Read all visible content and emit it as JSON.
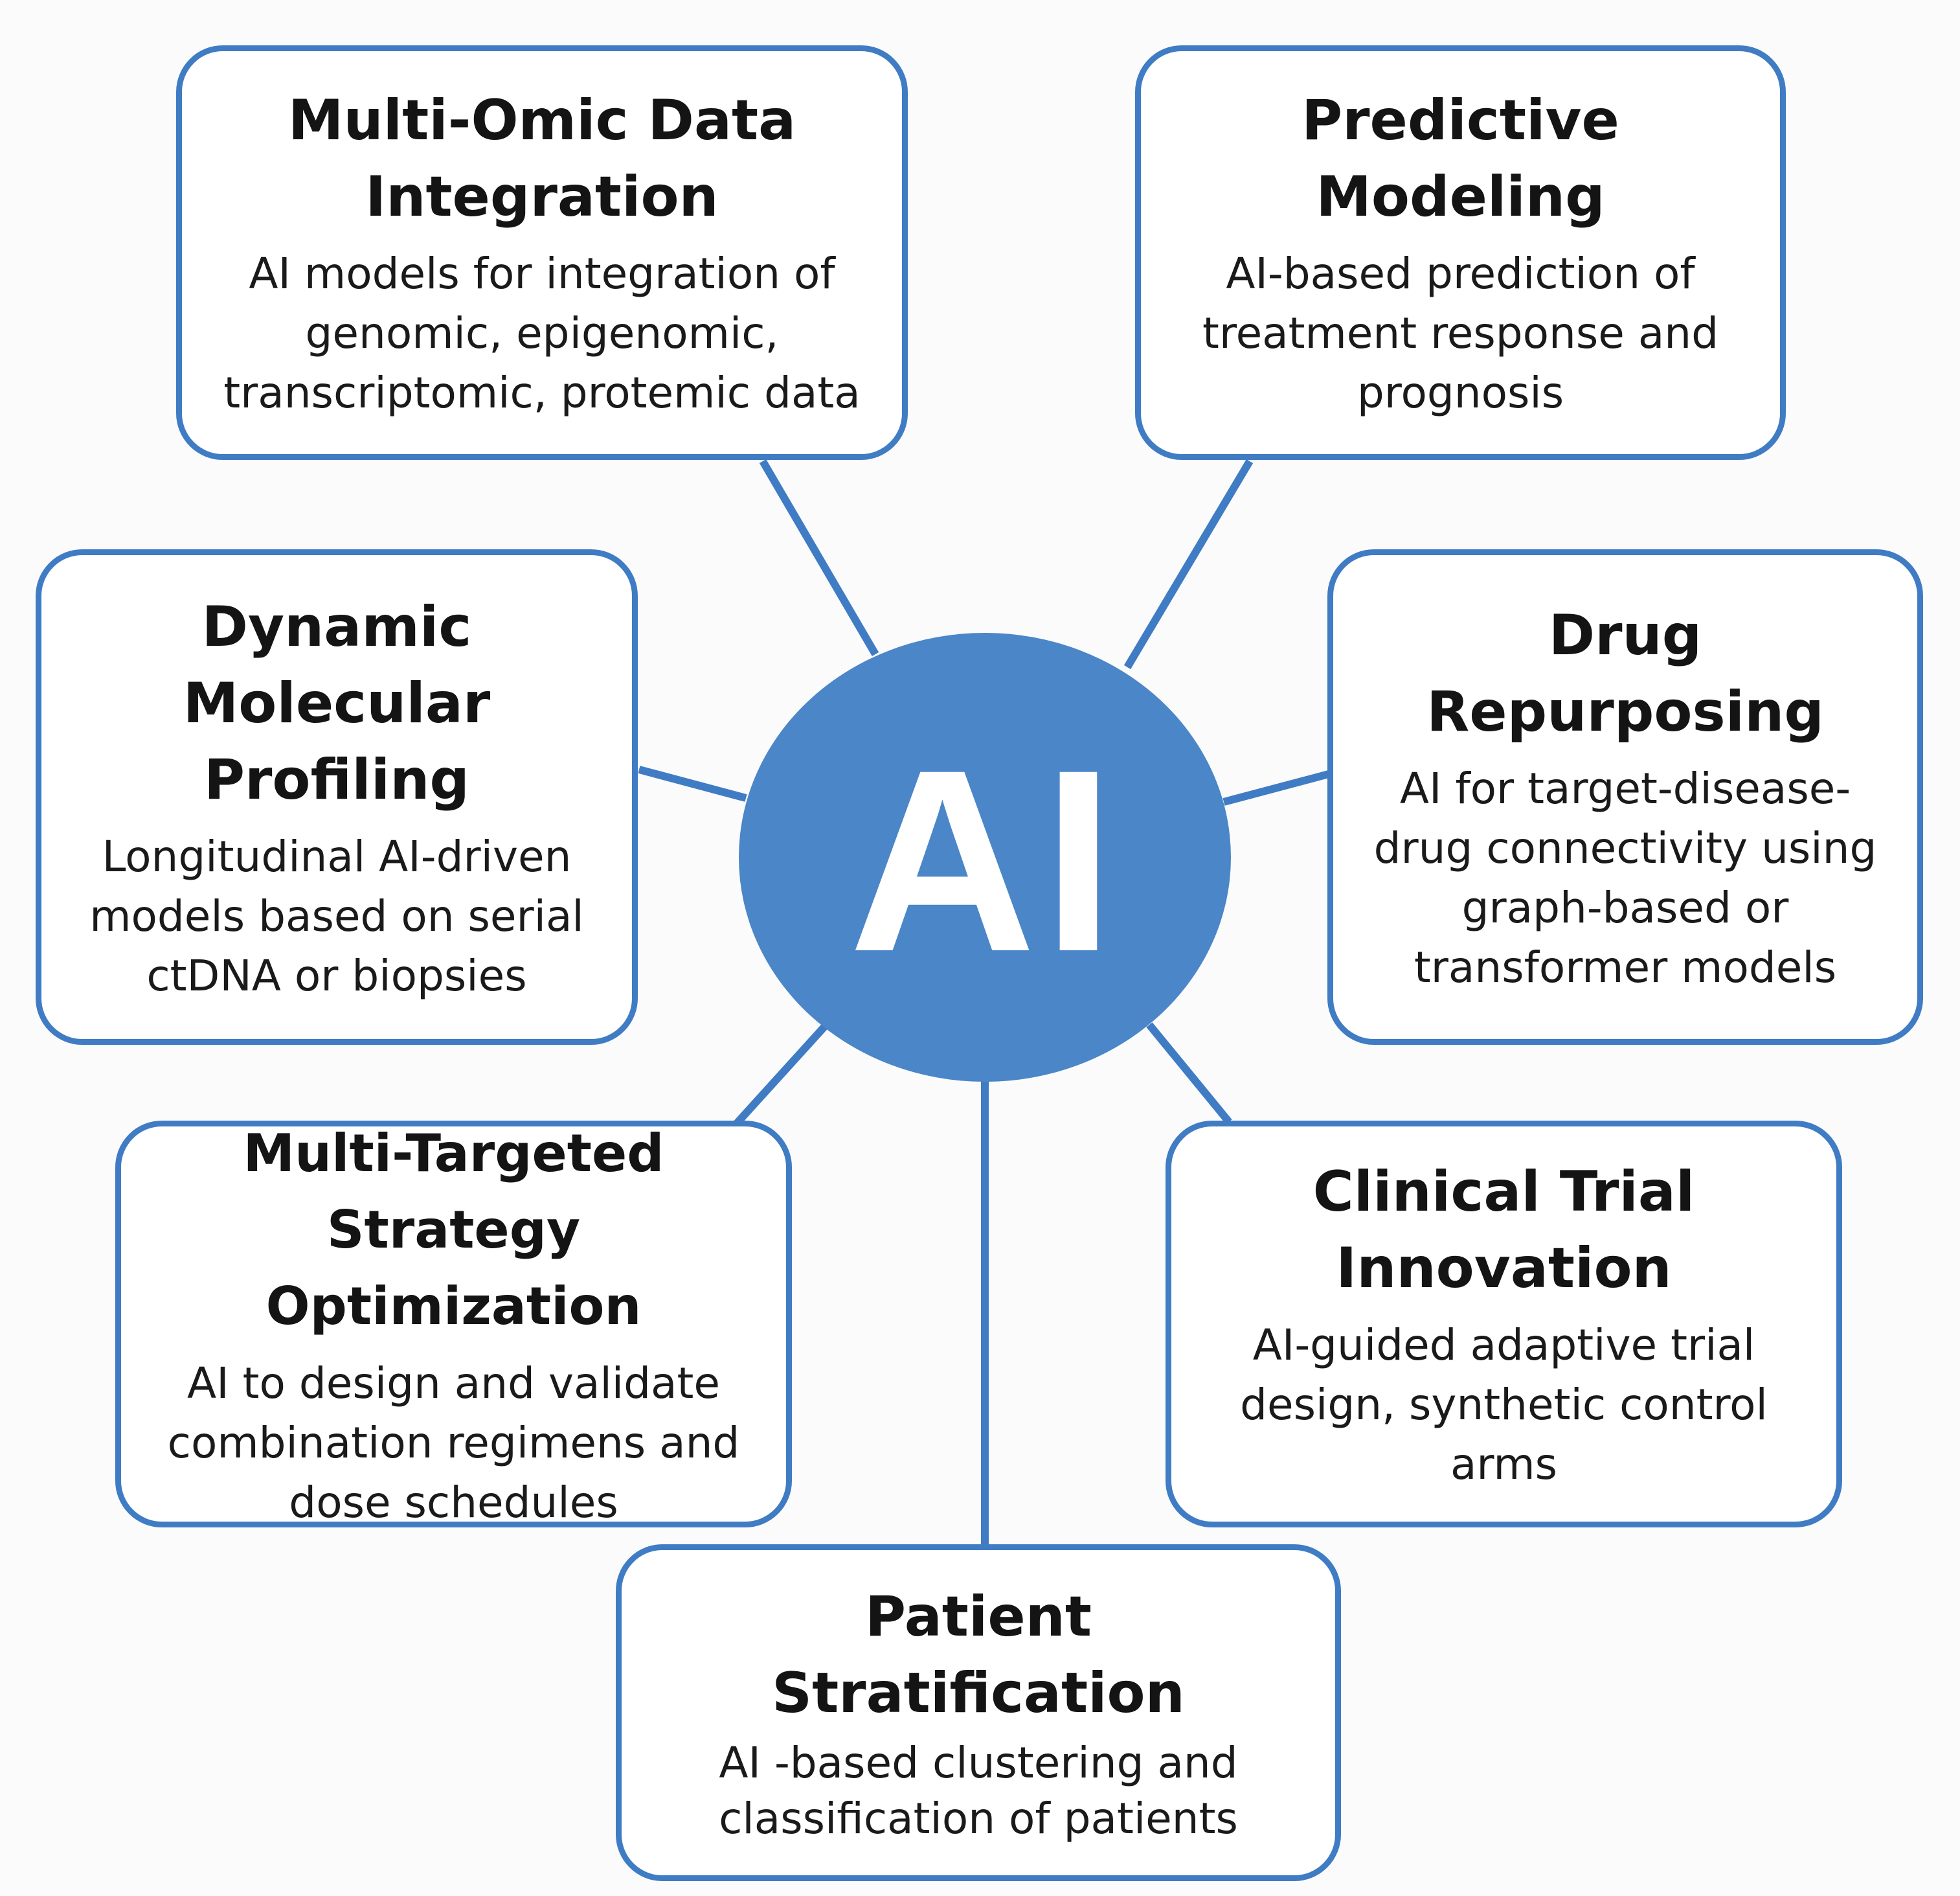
{
  "hub": {
    "label": "AI",
    "color": "#4a86c8"
  },
  "style": {
    "border_color": "#3f7cc4",
    "connector_color": "#3f7cc4",
    "background": "#fbfbfb"
  },
  "nodes": [
    {
      "id": "multi-omic",
      "title": "Multi-Omic Data Integration",
      "description": "AI models for integration of genomic, epigenomic, transcriptomic, protemic data"
    },
    {
      "id": "predictive",
      "title": "Predictive Modeling",
      "description": "AI-based prediction of treatment response and prognosis"
    },
    {
      "id": "dynamic",
      "title": "Dynamic Molecular Profiling",
      "description": "Longitudinal AI-driven models based on serial ctDNA or biopsies"
    },
    {
      "id": "drug",
      "title": "Drug Repurposing",
      "description": "AI for target-disease-drug connectivity using graph-based or transformer models"
    },
    {
      "id": "multi-targeted",
      "title": "Multi-Targeted Strategy Optimization",
      "description": "AI to design and validate combination regimens and dose schedules"
    },
    {
      "id": "clinical",
      "title": "Clinical Trial Innovation",
      "description": "AI-guided adaptive trial design, synthetic control arms"
    },
    {
      "id": "patient",
      "title": "Patient Stratification",
      "description": "AI -based clustering and classification of patients"
    }
  ]
}
